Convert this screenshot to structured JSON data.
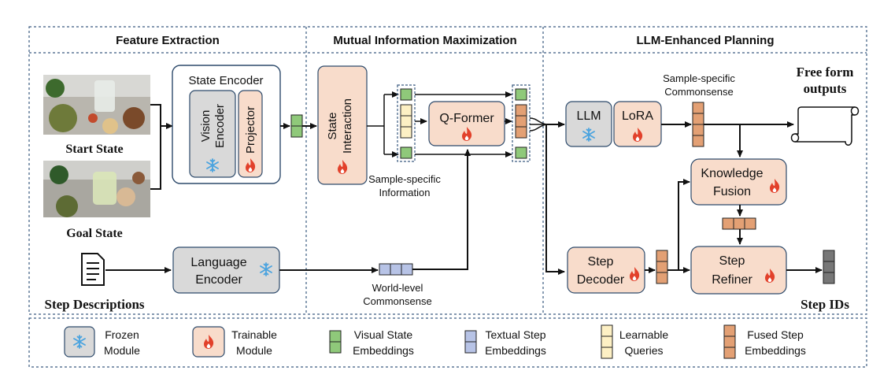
{
  "sections": {
    "feature_extraction": "Feature Extraction",
    "mutual_information": "Mutual Information Maximization",
    "llm_planning": "LLM-Enhanced Planning"
  },
  "inputs": {
    "start_state": "Start State",
    "goal_state": "Goal State",
    "step_descriptions": "Step Descriptions"
  },
  "modules": {
    "state_encoder": "State Encoder",
    "vision_encoder_line1": "Vision",
    "vision_encoder_line2": "Encoder",
    "projector": "Projector",
    "language_encoder_line1": "Language",
    "language_encoder_line2": "Encoder",
    "state_interaction_line1": "State",
    "state_interaction_line2": "Interaction",
    "q_former": "Q-Former",
    "llm": "LLM",
    "lora": "LoRA",
    "knowledge_fusion_line1": "Knowledge",
    "knowledge_fusion_line2": "Fusion",
    "step_decoder_line1": "Step",
    "step_decoder_line2": "Decoder",
    "step_refiner_line1": "Step",
    "step_refiner_line2": "Refiner"
  },
  "annotations": {
    "sample_specific_info_line1": "Sample-specific",
    "sample_specific_info_line2": "Information",
    "world_level_line1": "World-level",
    "world_level_line2": "Commonsense",
    "sample_specific_cs_line1": "Sample-specific",
    "sample_specific_cs_line2": "Commonsense"
  },
  "outputs": {
    "free_form_line1": "Free form",
    "free_form_line2": "outputs",
    "step_ids": "Step IDs"
  },
  "legend": {
    "frozen_line1": "Frozen",
    "frozen_line2": "Module",
    "trainable_line1": "Trainable",
    "trainable_line2": "Module",
    "visual_line1": "Visual State",
    "visual_line2": "Embeddings",
    "textual_line1": "Textual Step",
    "textual_line2": "Embeddings",
    "learnable_line1": "Learnable",
    "learnable_line2": "Queries",
    "fused_line1": "Fused Step",
    "fused_line2": "Embeddings"
  },
  "colors": {
    "frozen_fill": "#d9d9d9",
    "trainable_fill": "#f8dccb",
    "visual_emb": "#8fc97a",
    "textual_emb": "#b7c3e6",
    "learnable_query": "#fdf0c4",
    "fused_emb": "#e3a074",
    "step_id_emb": "#777777",
    "frame_dash": "#3a5a80"
  },
  "icons": {
    "frozen": "snowflake-icon",
    "trainable": "flame-icon",
    "document": "document-icon",
    "scroll": "scroll-icon"
  }
}
